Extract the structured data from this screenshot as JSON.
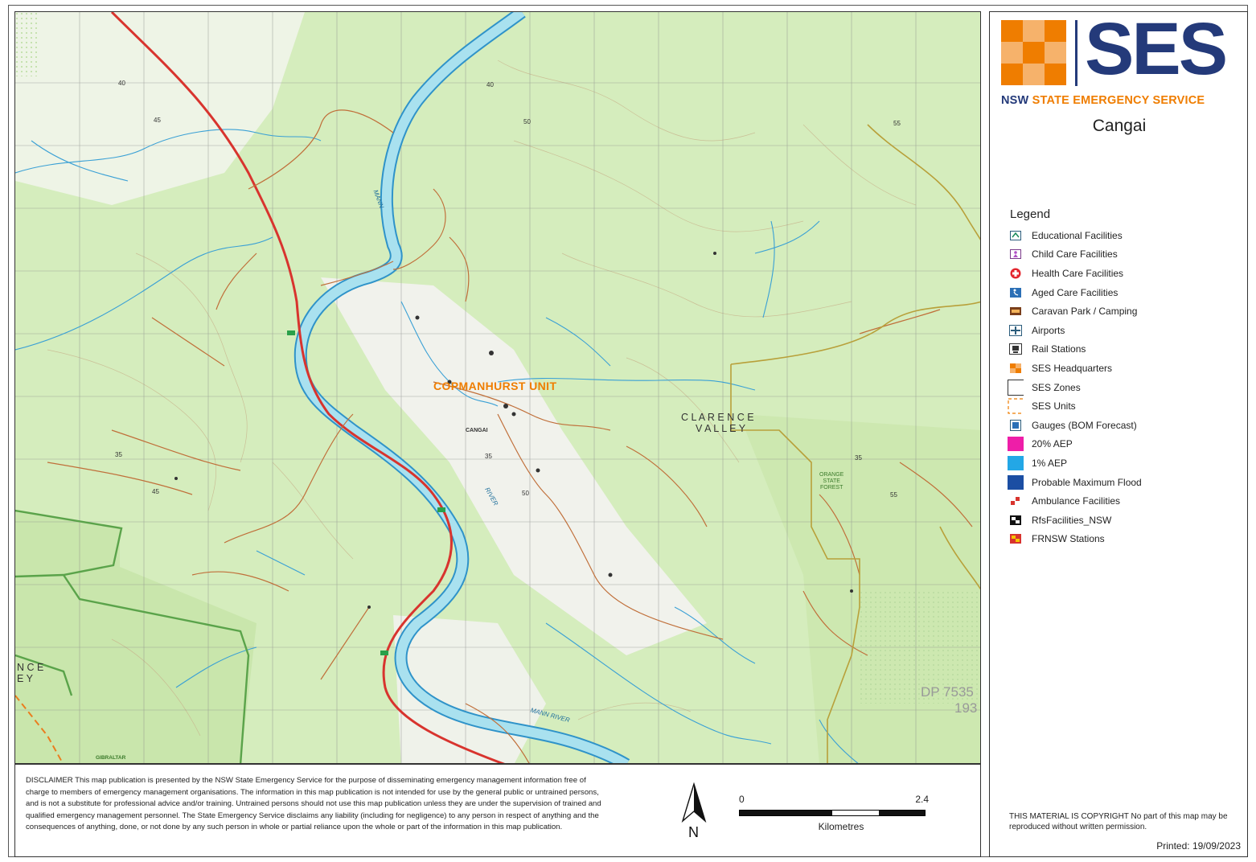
{
  "logo": {
    "text": "SES",
    "org_nsw": "NSW",
    "org_rest": "STATE EMERGENCY SERVICE",
    "brand_blue": "#243a7a",
    "brand_orange": "#ef7d00"
  },
  "map_title": "Cangai",
  "legend": {
    "title": "Legend",
    "items": [
      {
        "label": "Educational Facilities",
        "icon": "education-icon"
      },
      {
        "label": "Child Care Facilities",
        "icon": "child-care-icon"
      },
      {
        "label": "Health Care Facilities",
        "icon": "health-care-icon"
      },
      {
        "label": "Aged Care Facilities",
        "icon": "aged-care-icon"
      },
      {
        "label": "Caravan Park / Camping",
        "icon": "caravan-icon"
      },
      {
        "label": "Airports",
        "icon": "airport-icon"
      },
      {
        "label": "Rail Stations",
        "icon": "rail-icon"
      },
      {
        "label": "SES Headquarters",
        "icon": "ses-hq-icon"
      },
      {
        "label": "SES Zones",
        "icon": "ses-zone-icon"
      },
      {
        "label": "SES Units",
        "icon": "ses-unit-icon"
      },
      {
        "label": "Gauges (BOM Forecast)",
        "icon": "gauge-icon"
      },
      {
        "label": "20% AEP",
        "icon": "aep20-swatch",
        "color": "#ee1ea8"
      },
      {
        "label": "1% AEP",
        "icon": "aep1-swatch",
        "color": "#23a7e6"
      },
      {
        "label": "Probable Maximum Flood",
        "icon": "pmf-swatch",
        "color": "#1b4ea3"
      },
      {
        "label": "Ambulance Facilities",
        "icon": "ambulance-icon"
      },
      {
        "label": "RfsFacilities_NSW",
        "icon": "rfs-icon"
      },
      {
        "label": "FRNSW Stations",
        "icon": "frnsw-icon"
      }
    ]
  },
  "copyright": "THIS MATERIAL IS COPYRIGHT No part of this map may be reproduced without written permission.",
  "printed": "Printed: 19/09/2023",
  "disclaimer": "DISCLAIMER This map publication is presented by the NSW State Emergency Service for the purpose of disseminating emergency management information free of charge to members of emergency management organisations. The information in this map publication is not intended for use by the general public or untrained persons, and is not a substitute for professional advice and/or training.  Untrained persons should not use this map publication unless they are under the supervision of trained and qualified emergency management personnel. The State Emergency Service disclaims any liability (including for negligence) to any person in respect of anything and the consequences of anything, done, or not done by any such person in whole or partial reliance upon the whole or part of the information in this map publication.",
  "north_label": "N",
  "scale": {
    "start": "0",
    "end": "2.4",
    "unit": "Kilometres"
  },
  "map_labels": {
    "unit": "COPMANHURST UNIT",
    "valley_line1": "C L A R E N C E",
    "valley_line2": "V A L L E Y",
    "edge_line1": "N C E",
    "edge_line2": "E Y",
    "town": "CANGAI",
    "river1": "MANN",
    "river2": "RIVER",
    "river3": "MANN   RIVER",
    "forest": "ORANGE\nSTATE\nFOREST",
    "dp_edge": "DP 7535",
    "dp_edge_lot": "193",
    "gibraltar": "GIBRALTAR",
    "contours": [
      "40",
      "45",
      "50",
      "55",
      "40",
      "35",
      "35",
      "45",
      "50",
      "35",
      "55"
    ]
  }
}
